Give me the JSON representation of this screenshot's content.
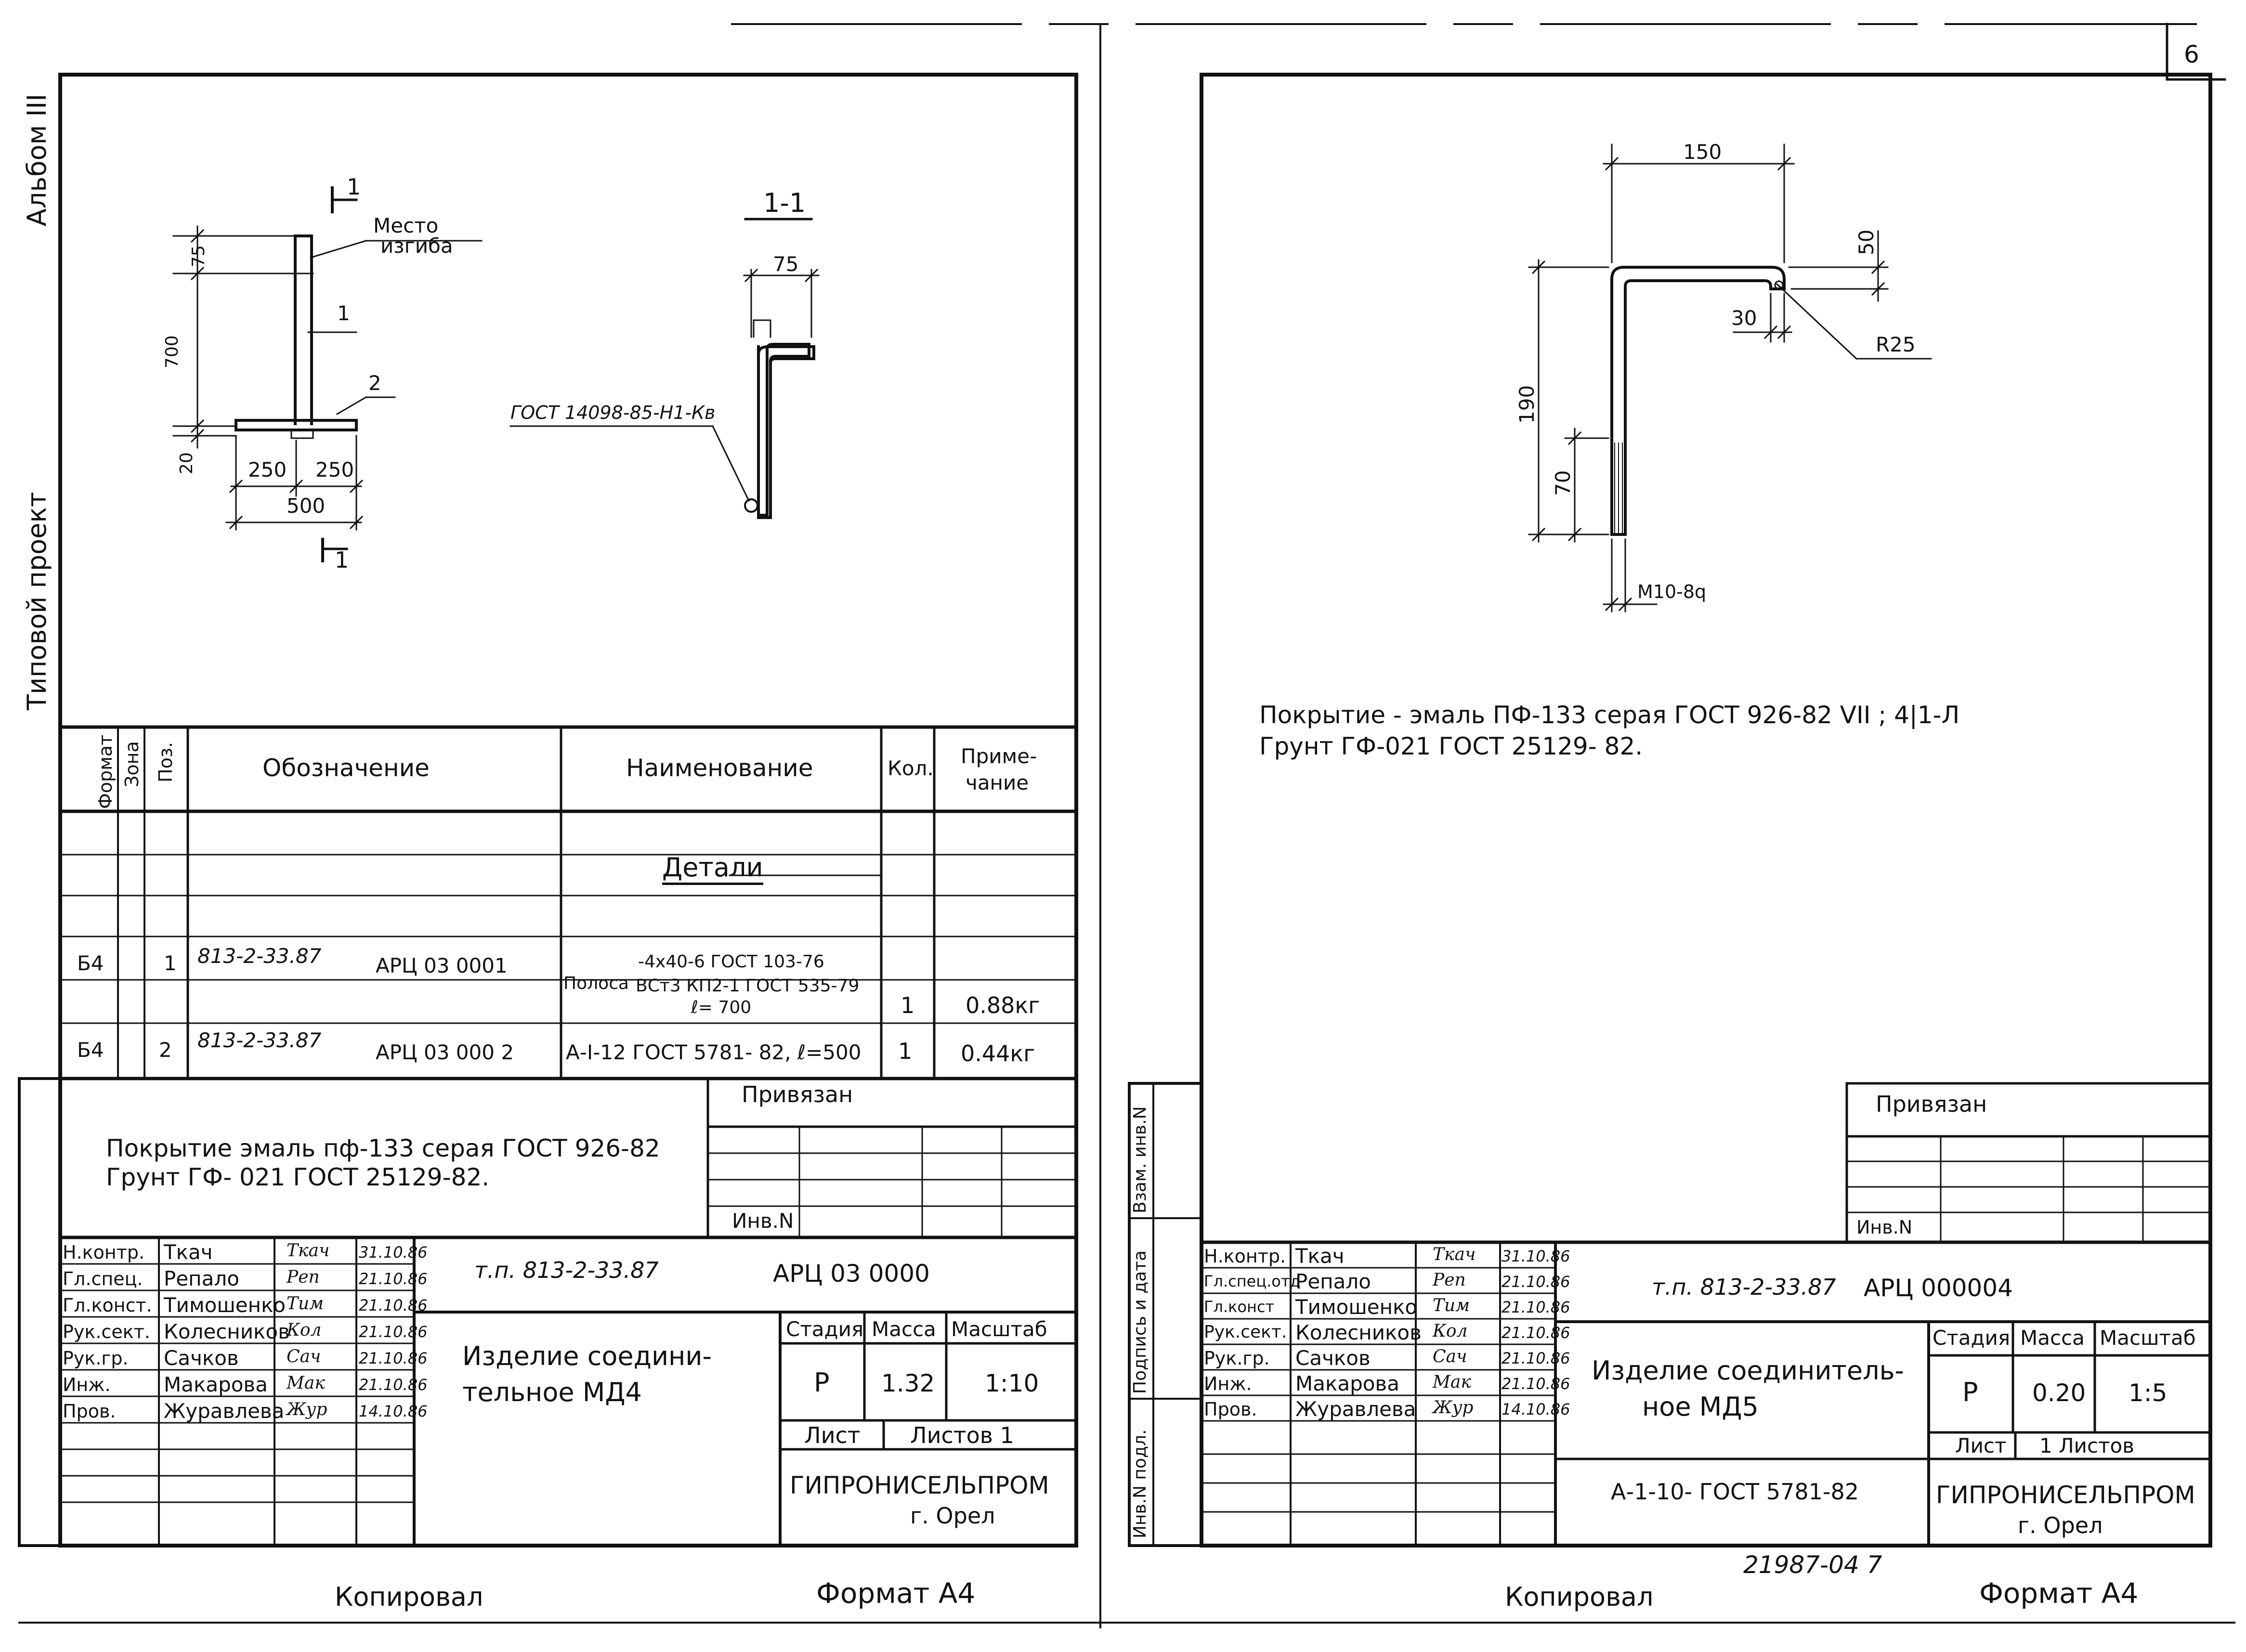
{
  "page_number": "6",
  "margin": {
    "album": "Альбом III",
    "project": "Типовой проект",
    "right_binding": [
      "Инв.N подл.",
      "Подпись и дата",
      "Взам. инв.N"
    ]
  },
  "left_sheet": {
    "drawing": {
      "section_mark": "1",
      "section_mark_bottom": "1",
      "section_title": "1-1",
      "place_label_1": "Место",
      "place_label_2": "изгиба",
      "pos1": "1",
      "pos2": "2",
      "dim_75": "75",
      "dim_700": "700",
      "dim_20": "20",
      "dim_250a": "250",
      "dim_250b": "250",
      "dim_500": "500",
      "dim_75_section": "75",
      "weld_note": "ГОСТ 14098-85-Н1-Кв"
    },
    "spec": {
      "headers": {
        "format": "Формат",
        "zone": "Зона",
        "pos": "Поз.",
        "designation": "Обозначение",
        "name": "Наименование",
        "qty": "Кол.",
        "note1": "Приме-",
        "note2": "чание"
      },
      "section": "Детали",
      "rows": [
        {
          "format": "Б4",
          "pos": "1",
          "designation_a": "813-2-33.87",
          "designation_b": "АРЦ 03 0001",
          "name_prefix": "Полоса",
          "name_top": "-4x40-6 ГОСТ 103-76",
          "name_mid": "ВСт3 КП2-1 ГОСТ 535-79",
          "name_bottom": "ℓ= 700",
          "qty": "1",
          "note": "0.88кг"
        },
        {
          "format": "Б4",
          "pos": "2",
          "designation_a": "813-2-33.87",
          "designation_b": "АРЦ 03 000 2",
          "name": "А-I-12 ГОСТ 5781- 82, ℓ=500",
          "qty": "1",
          "note": "0.44кг"
        }
      ]
    },
    "coating_1": "Покрытие эмаль пф-133 серая ГОСТ 926-82",
    "coating_2": "Грунт ГФ- 021 ГОСТ 25129-82.",
    "bound": "Привязан",
    "inv": "Инв.N",
    "staff": [
      {
        "role": "Н.контр.",
        "name": "Ткач",
        "sig": "Ткач",
        "date": "31.10.86"
      },
      {
        "role": "Гл.спец.",
        "name": "Репало",
        "sig": "Реп",
        "date": "21.10.86"
      },
      {
        "role": "Гл.конст.",
        "name": "Тимошенко",
        "sig": "Тим",
        "date": "21.10.86"
      },
      {
        "role": "Рук.сект.",
        "name": "Колесников",
        "sig": "Кол",
        "date": "21.10.86"
      },
      {
        "role": "Рук.гр.",
        "name": "Сачков",
        "sig": "Сач",
        "date": "21.10.86"
      },
      {
        "role": "Инж.",
        "name": "Макарова",
        "sig": "Мак",
        "date": "21.10.86"
      },
      {
        "role": "Пров.",
        "name": "Журавлева",
        "sig": "Жур",
        "date": "14.10.86"
      }
    ],
    "doc_code_a": "т.п. 813-2-33.87",
    "doc_code_b": "АРЦ 03 0000",
    "title_1": "Изделие соедини-",
    "title_2": "тельное МД4",
    "stage_label": "Стадия",
    "mass_label": "Масса",
    "scale_label": "Масштаб",
    "stage": "Р",
    "mass": "1.32",
    "scale": "1:10",
    "sheet_label": "Лист",
    "sheets_label": "Листов 1",
    "org_1": "ГИПРОНИСЕЛЬПРОМ",
    "org_2": "г. Орел",
    "copied": "Копировал",
    "format": "Формат А4"
  },
  "right_sheet": {
    "drawing": {
      "dim_150": "150",
      "dim_50": "50",
      "dim_30": "30",
      "radius": "R25",
      "dim_190": "190",
      "dim_70": "70",
      "thread": "М10-8q"
    },
    "coating_1": "Покрытие - эмаль ПФ-133 серая ГОСТ 926-82 VII ; 4|1-Л",
    "coating_2": "Грунт ГФ-021 ГОСТ 25129- 82.",
    "bound": "Привязан",
    "inv": "Инв.N",
    "staff": [
      {
        "role": "Н.контр.",
        "name": "Ткач",
        "sig": "Ткач",
        "date": "31.10.86"
      },
      {
        "role": "Гл.спец.отд",
        "name": "Репало",
        "sig": "Реп",
        "date": "21.10.86"
      },
      {
        "role": "Гл.конст",
        "name": "Тимошенко",
        "sig": "Тим",
        "date": "21.10.86"
      },
      {
        "role": "Рук.сект.",
        "name": "Колесников",
        "sig": "Кол",
        "date": "21.10.86"
      },
      {
        "role": "Рук.гр.",
        "name": "Сачков",
        "sig": "Сач",
        "date": "21.10.86"
      },
      {
        "role": "Инж.",
        "name": "Макарова",
        "sig": "Мак",
        "date": "21.10.86"
      },
      {
        "role": "Пров.",
        "name": "Журавлева",
        "sig": "Жур",
        "date": "14.10.86"
      }
    ],
    "doc_code_a": "т.п. 813-2-33.87",
    "doc_code_b": "АРЦ 000004",
    "title_1": "Изделие соединитель-",
    "title_2": "ное МД5",
    "stage_label": "Стадия",
    "mass_label": "Масса",
    "scale_label": "Масштаб",
    "stage": "Р",
    "mass": "0.20",
    "scale": "1:5",
    "sheet_label": "Лист",
    "sheets_label": "1 Листов",
    "material": "А-1-10- ГОСТ 5781-82",
    "org_1": "ГИПРОНИСЕЛЬПРОМ",
    "org_2": "г. Орел",
    "doc_number": "21987-04 7",
    "copied": "Копировал",
    "format": "Формат А4"
  }
}
